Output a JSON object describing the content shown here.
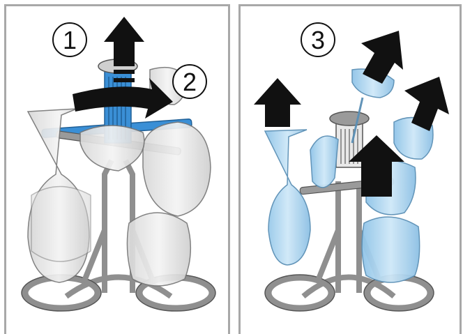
{
  "steps": {
    "one": "1",
    "two": "2",
    "three": "3"
  },
  "colors": {
    "panel_border": "#a8a8a8",
    "arrow_fill": "#111111",
    "glass_clear": "#e2e2e2",
    "glass_blue": "#a9d3ee",
    "rack": "#8f8f8f",
    "clip_blue": "#3a8fd6"
  },
  "icons": [
    "step-1-badge",
    "step-2-badge",
    "step-3-badge",
    "up-arrow-icon",
    "curved-arrow-icon"
  ]
}
